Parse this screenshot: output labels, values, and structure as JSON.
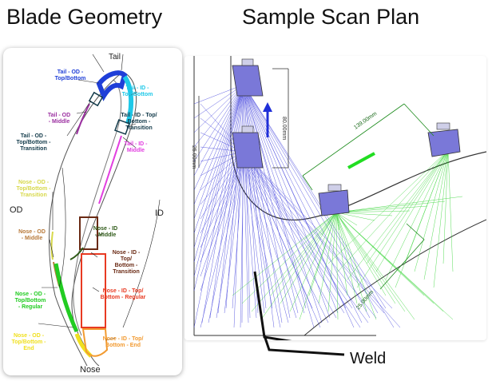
{
  "titles": {
    "blade_geometry": "Blade Geometry",
    "scan_plan": "Sample Scan Plan"
  },
  "blade": {
    "top_label": "Tail",
    "bottom_label": "Nose",
    "od_label": "OD",
    "id_label": "ID",
    "regions": [
      {
        "key": "tail_od_tb",
        "lines": [
          "Tail - OD -",
          "Top/Bottom"
        ],
        "color": "#1f3fd8"
      },
      {
        "key": "tail_id_tb",
        "lines": [
          "Tail - ID -",
          "Top/Bottom"
        ],
        "color": "#1ec8e8"
      },
      {
        "key": "tail_od_mid",
        "lines": [
          "Tail - OD",
          "- Middle"
        ],
        "color": "#9b2fa0"
      },
      {
        "key": "tail_id_tr",
        "lines": [
          "Tail - ID - Top/",
          "Bottom -",
          "Transition"
        ],
        "color": "#123a4a"
      },
      {
        "key": "tail_od_tr",
        "lines": [
          "Tail - OD -",
          "Top/Bottom -",
          "Transition"
        ],
        "color": "#123a4a"
      },
      {
        "key": "tail_id_mid",
        "lines": [
          "Tail - ID -",
          "Middle"
        ],
        "color": "#e23fe0"
      },
      {
        "key": "nose_od_tr",
        "lines": [
          "Nose - OD -",
          "Top/Bottom -",
          "Transition"
        ],
        "color": "#d7d84a"
      },
      {
        "key": "nose_id_mid",
        "lines": [
          "Nose - ID",
          "- Middle"
        ],
        "color": "#2f5a18"
      },
      {
        "key": "nose_od_mid",
        "lines": [
          "Nose - OD",
          "- Middle"
        ],
        "color": "#b87a3a"
      },
      {
        "key": "nose_id_tr",
        "lines": [
          "Nose - ID -",
          "Top/",
          "Bottom -",
          "Transition"
        ],
        "color": "#6a2a14"
      },
      {
        "key": "nose_od_reg",
        "lines": [
          "Nose - OD -",
          "Top/Bottom",
          "- Regular"
        ],
        "color": "#22cc22"
      },
      {
        "key": "nose_id_reg",
        "lines": [
          "Nose - ID - Top/",
          "Bottom - Regular"
        ],
        "color": "#e83a22"
      },
      {
        "key": "nose_od_end",
        "lines": [
          "Nose - OD -",
          "Top/Bottom -",
          "End"
        ],
        "color": "#f0e020"
      },
      {
        "key": "nose_id_end",
        "lines": [
          "Nose - ID - Top/",
          "Bottom - End"
        ],
        "color": "#f29a30"
      }
    ]
  },
  "scan": {
    "dim_25_vertical": "25.00mm",
    "dim_80": "80.00mm",
    "dim_139": "139.00mm",
    "dim_25_diag": "25.00mm",
    "weld_label": "Weld",
    "colors": {
      "blue_beam": "#2b2bd8",
      "green_beam": "#1fd01f",
      "probe": "#7a78d8",
      "dim_line": "#1a8a1a"
    }
  }
}
